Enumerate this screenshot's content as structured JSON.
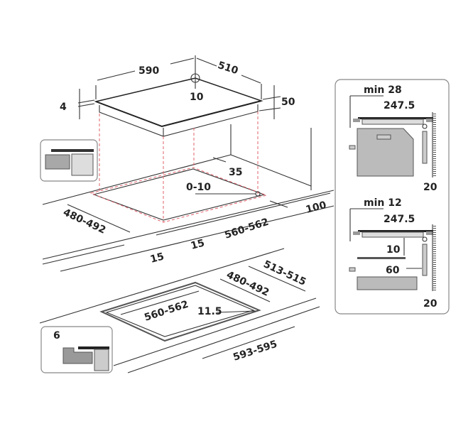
{
  "hob": {
    "width": "590",
    "depth": "510",
    "corner": "10",
    "glass_thickness": "4",
    "height": "50"
  },
  "cutout_top": {
    "rear_gap": "35",
    "offset": "0-10",
    "depth": "480-492",
    "width": "560-562",
    "front_gap": "15",
    "side_gap": "15",
    "wall_gap": "100"
  },
  "cutout_flush": {
    "width": "560-562",
    "corner": "11.5",
    "depth_inner": "480-492",
    "depth_outer": "513-515",
    "width_outer": "593-595"
  },
  "inset_flush": {
    "recess": "6"
  },
  "side_panel": {
    "oven": {
      "min_label": "min 28",
      "distance": "247.5",
      "wall": "20"
    },
    "drawer": {
      "min_label": "min 12",
      "distance": "247.5",
      "gap": "10",
      "clearance": "60",
      "wall": "20"
    }
  },
  "colors": {
    "cutout_line": "#e0606a",
    "panel_grey": "#b8b8b8"
  }
}
